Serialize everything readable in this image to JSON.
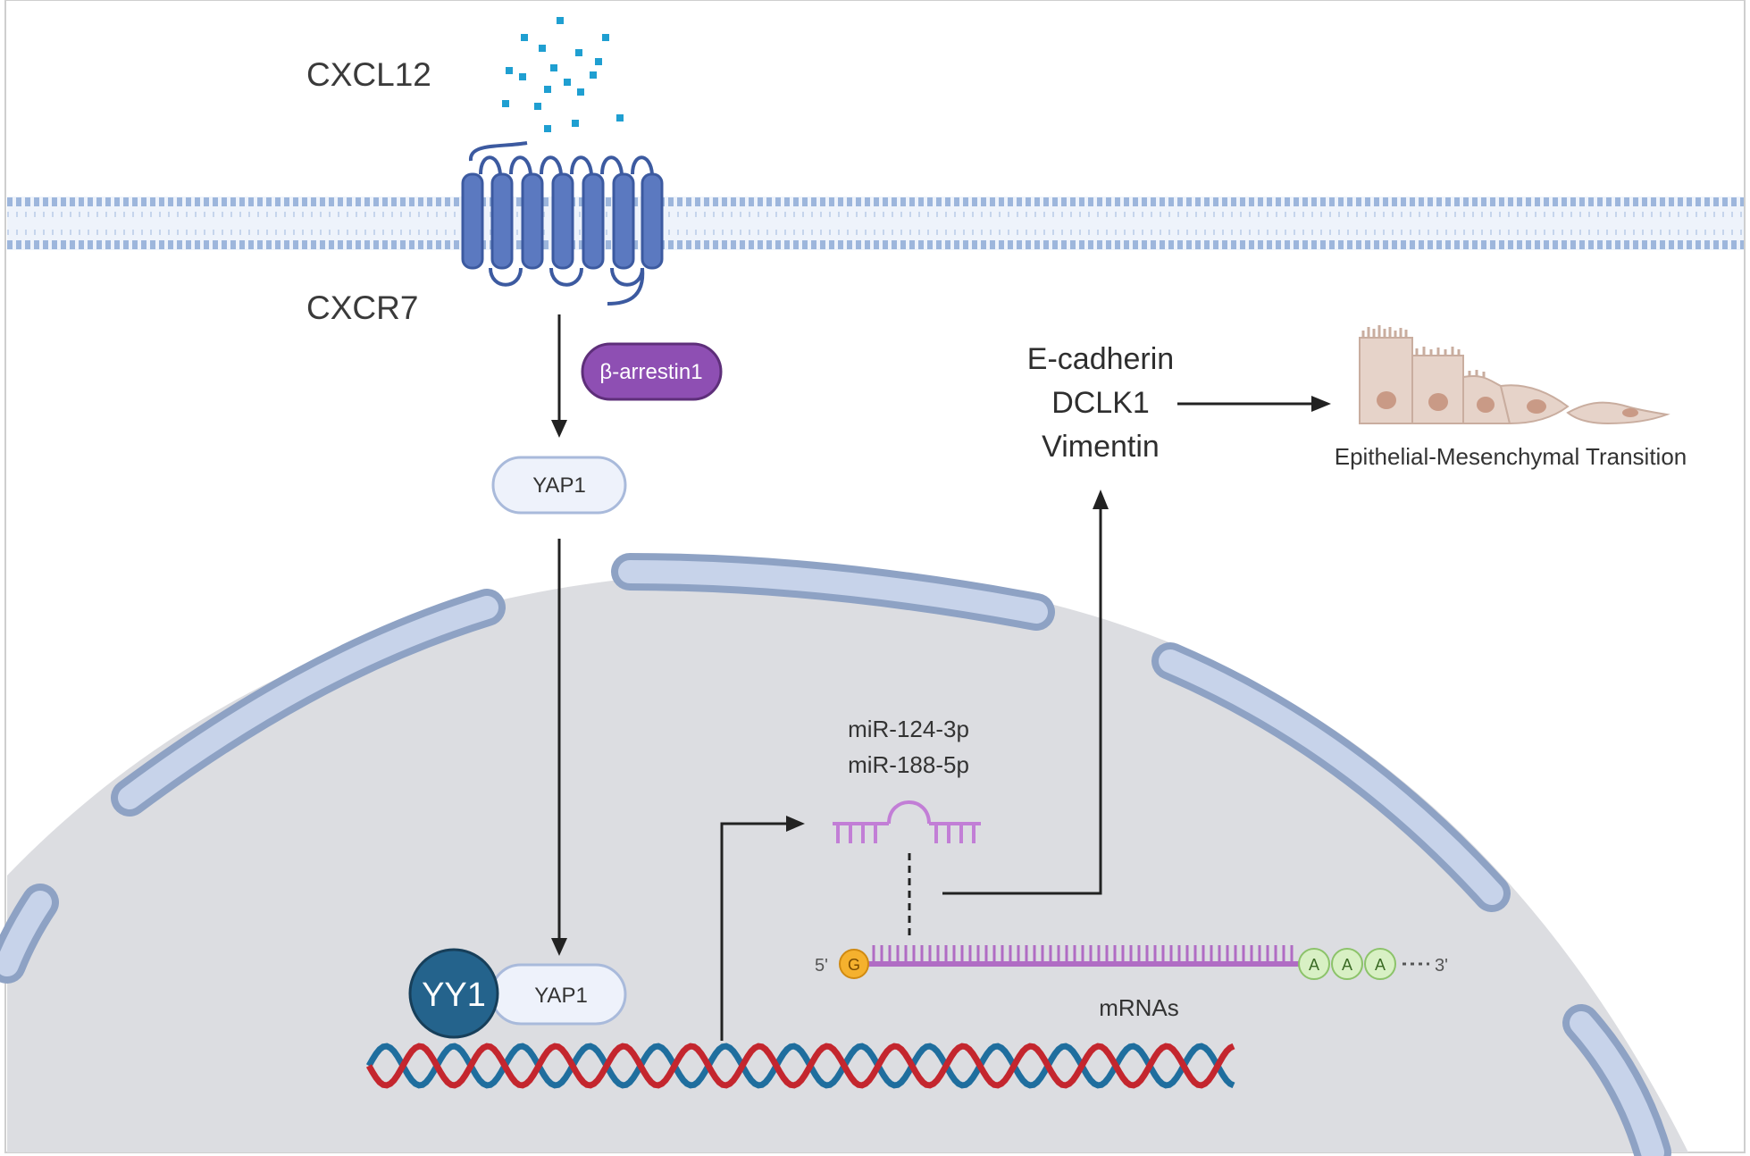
{
  "ligand": {
    "label": "CXCL12",
    "color": "#1f9fd1"
  },
  "receptor": {
    "label": "CXCR7",
    "color": "#5b79c0"
  },
  "adaptor": {
    "label": "β-arrestin1",
    "color": "#8e4fb3"
  },
  "cytoplasmic_yap": {
    "label": "YAP1"
  },
  "nuclear_complex": {
    "partner_label": "YY1",
    "yap_label": "YAP1",
    "partner_color": "#24638c"
  },
  "mirnas": {
    "line1": "miR-124-3p",
    "line2": "miR-188-5p",
    "color": "#c27ed6"
  },
  "mrna": {
    "label": "mRNAs",
    "five_prime": "5'",
    "cap": "G",
    "polyA": [
      "A",
      "A",
      "A"
    ],
    "three_prime": "3'",
    "cap_color": "#f5b12e",
    "polyA_color": "#d8f0c4"
  },
  "targets": {
    "items": [
      "E-cadherin",
      "DCLK1",
      "Vimentin"
    ]
  },
  "outcome": {
    "label": "Epithelial-Mesenchymal Transition",
    "cell_color": "#e6d3c9"
  },
  "colors": {
    "membrane": "#9db6dc",
    "nucleus": "#dcdde1",
    "envelope": "#8ea2c4",
    "dna_red": "#c4262e",
    "dna_blue": "#1f6e9e"
  }
}
